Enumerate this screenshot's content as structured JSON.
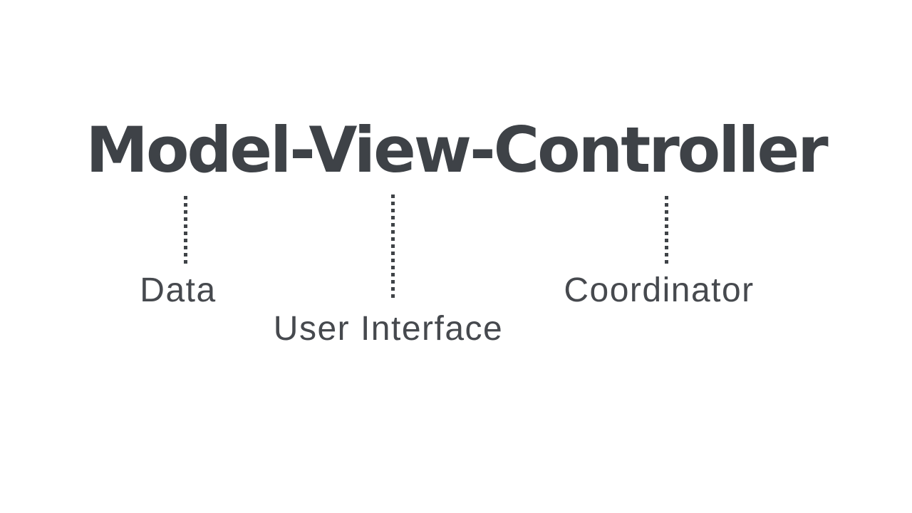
{
  "colors": {
    "background": "#ffffff",
    "title_color": "#3e4247",
    "label_color": "#46494e",
    "dot_color": "#3f4347"
  },
  "title": "Model-View-Controller",
  "annotations": [
    {
      "term": "Model",
      "label": "Data"
    },
    {
      "term": "View",
      "label": "User Interface"
    },
    {
      "term": "Controller",
      "label": "Coordinator"
    }
  ]
}
